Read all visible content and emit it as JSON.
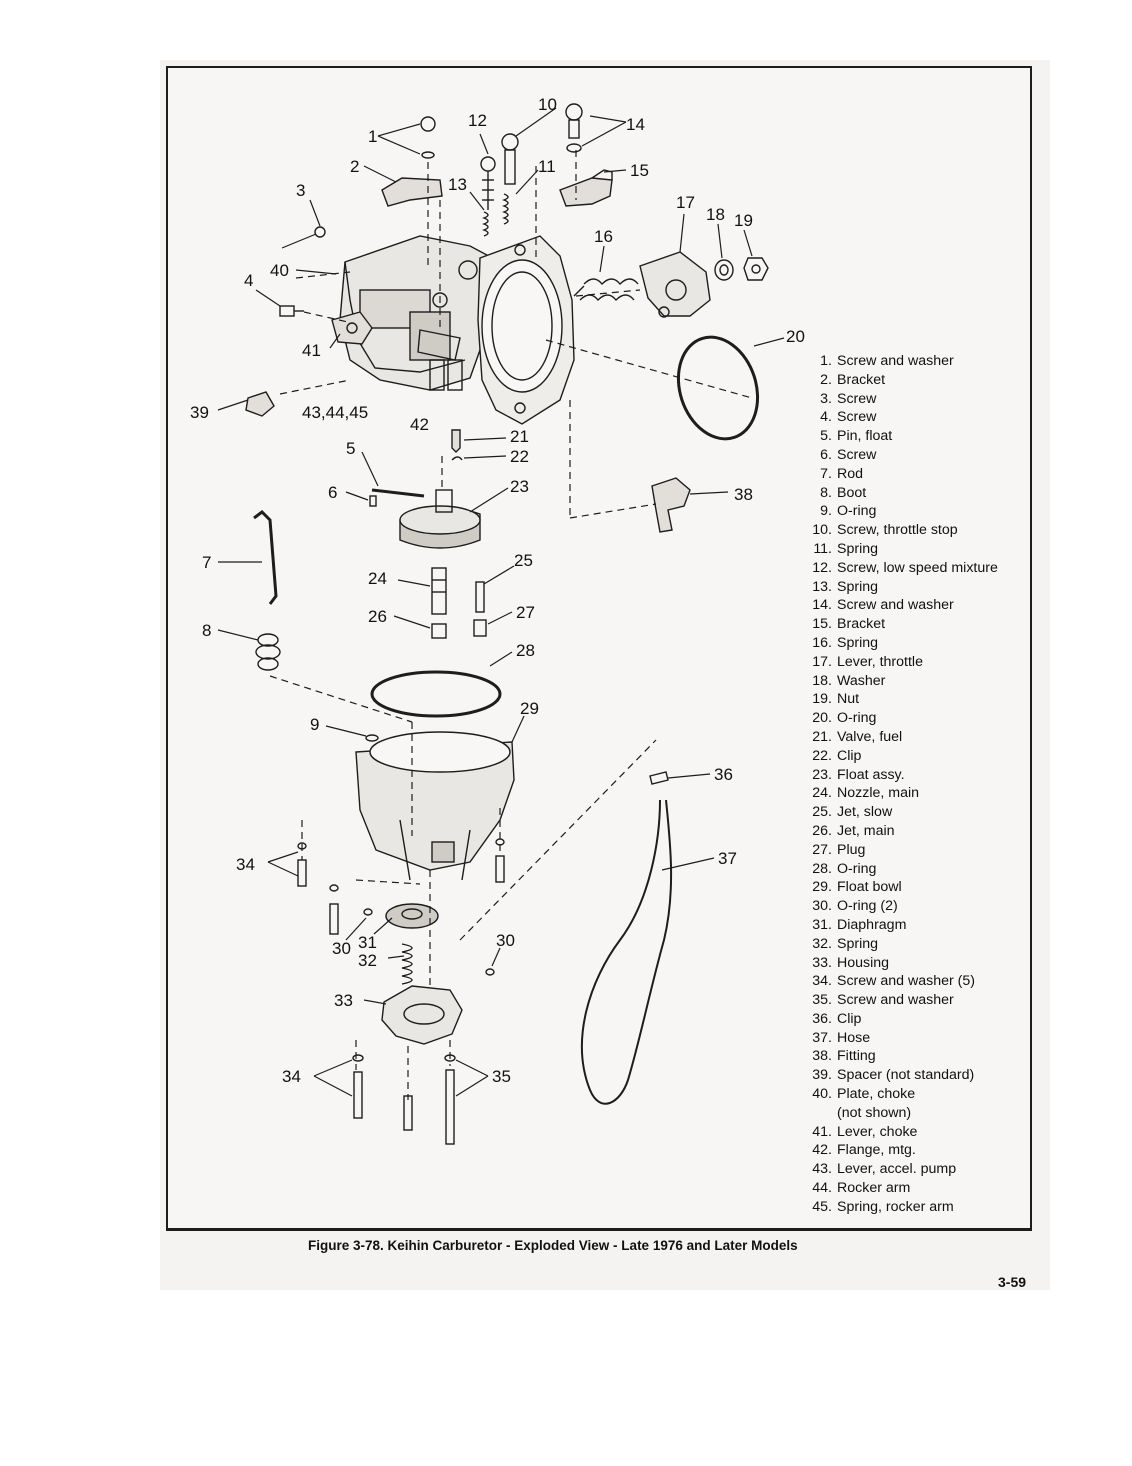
{
  "callouts": {
    "c1": "1",
    "c2": "2",
    "c3": "3",
    "c4": "4",
    "c5": "5",
    "c6": "6",
    "c7": "7",
    "c8": "8",
    "c9": "9",
    "c10": "10",
    "c11": "11",
    "c12": "12",
    "c13": "13",
    "c14": "14",
    "c15": "15",
    "c16": "16",
    "c17": "17",
    "c18": "18",
    "c19": "19",
    "c20": "20",
    "c21": "21",
    "c22": "22",
    "c23": "23",
    "c24": "24",
    "c25": "25",
    "c26": "26",
    "c27": "27",
    "c28": "28",
    "c29": "29",
    "c30a": "30",
    "c30b": "30",
    "c31": "31",
    "c32": "32",
    "c33": "33",
    "c34a": "34",
    "c34b": "34",
    "c35": "35",
    "c36": "36",
    "c37": "37",
    "c38": "38",
    "c39": "39",
    "c40": "40",
    "c41": "41",
    "c42": "42",
    "c43": "43,44,45"
  },
  "legend": [
    {
      "num": "1.",
      "text": "Screw and washer"
    },
    {
      "num": "2.",
      "text": "Bracket"
    },
    {
      "num": "3.",
      "text": "Screw"
    },
    {
      "num": "4.",
      "text": "Screw"
    },
    {
      "num": "5.",
      "text": "Pin, float"
    },
    {
      "num": "6.",
      "text": "Screw"
    },
    {
      "num": "7.",
      "text": "Rod"
    },
    {
      "num": "8.",
      "text": "Boot"
    },
    {
      "num": "9.",
      "text": "O-ring"
    },
    {
      "num": "10.",
      "text": "Screw, throttle stop"
    },
    {
      "num": "11.",
      "text": "Spring"
    },
    {
      "num": "12.",
      "text": "Screw, low speed mixture"
    },
    {
      "num": "13.",
      "text": "Spring"
    },
    {
      "num": "14.",
      "text": "Screw and washer"
    },
    {
      "num": "15.",
      "text": "Bracket"
    },
    {
      "num": "16.",
      "text": "Spring"
    },
    {
      "num": "17.",
      "text": "Lever, throttle"
    },
    {
      "num": "18.",
      "text": "Washer"
    },
    {
      "num": "19.",
      "text": "Nut"
    },
    {
      "num": "20.",
      "text": "O-ring"
    },
    {
      "num": "21.",
      "text": "Valve, fuel"
    },
    {
      "num": "22.",
      "text": "Clip"
    },
    {
      "num": "23.",
      "text": "Float assy."
    },
    {
      "num": "24.",
      "text": "Nozzle, main"
    },
    {
      "num": "25.",
      "text": "Jet, slow"
    },
    {
      "num": "26.",
      "text": "Jet, main"
    },
    {
      "num": "27.",
      "text": "Plug"
    },
    {
      "num": "28.",
      "text": "O-ring"
    },
    {
      "num": "29.",
      "text": "Float bowl"
    },
    {
      "num": "30.",
      "text": "O-ring (2)"
    },
    {
      "num": "31.",
      "text": "Diaphragm"
    },
    {
      "num": "32.",
      "text": "Spring"
    },
    {
      "num": "33.",
      "text": "Housing"
    },
    {
      "num": "34.",
      "text": "Screw and washer (5)"
    },
    {
      "num": "35.",
      "text": "Screw and washer"
    },
    {
      "num": "36.",
      "text": "Clip"
    },
    {
      "num": "37.",
      "text": "Hose"
    },
    {
      "num": "38.",
      "text": "Fitting"
    },
    {
      "num": "39.",
      "text": "Spacer (not standard)"
    },
    {
      "num": "40.",
      "text": "Plate, choke"
    },
    {
      "num": "",
      "text": "(not shown)"
    },
    {
      "num": "41.",
      "text": "Lever, choke"
    },
    {
      "num": "42.",
      "text": "Flange, mtg."
    },
    {
      "num": "43.",
      "text": "Lever, accel. pump"
    },
    {
      "num": "44.",
      "text": "Rocker arm"
    },
    {
      "num": "45.",
      "text": "Spring, rocker arm"
    }
  ],
  "caption": "Figure 3-78. Keihin Carburetor - Exploded View - Late 1976 and Later Models",
  "page_number": "3-59"
}
